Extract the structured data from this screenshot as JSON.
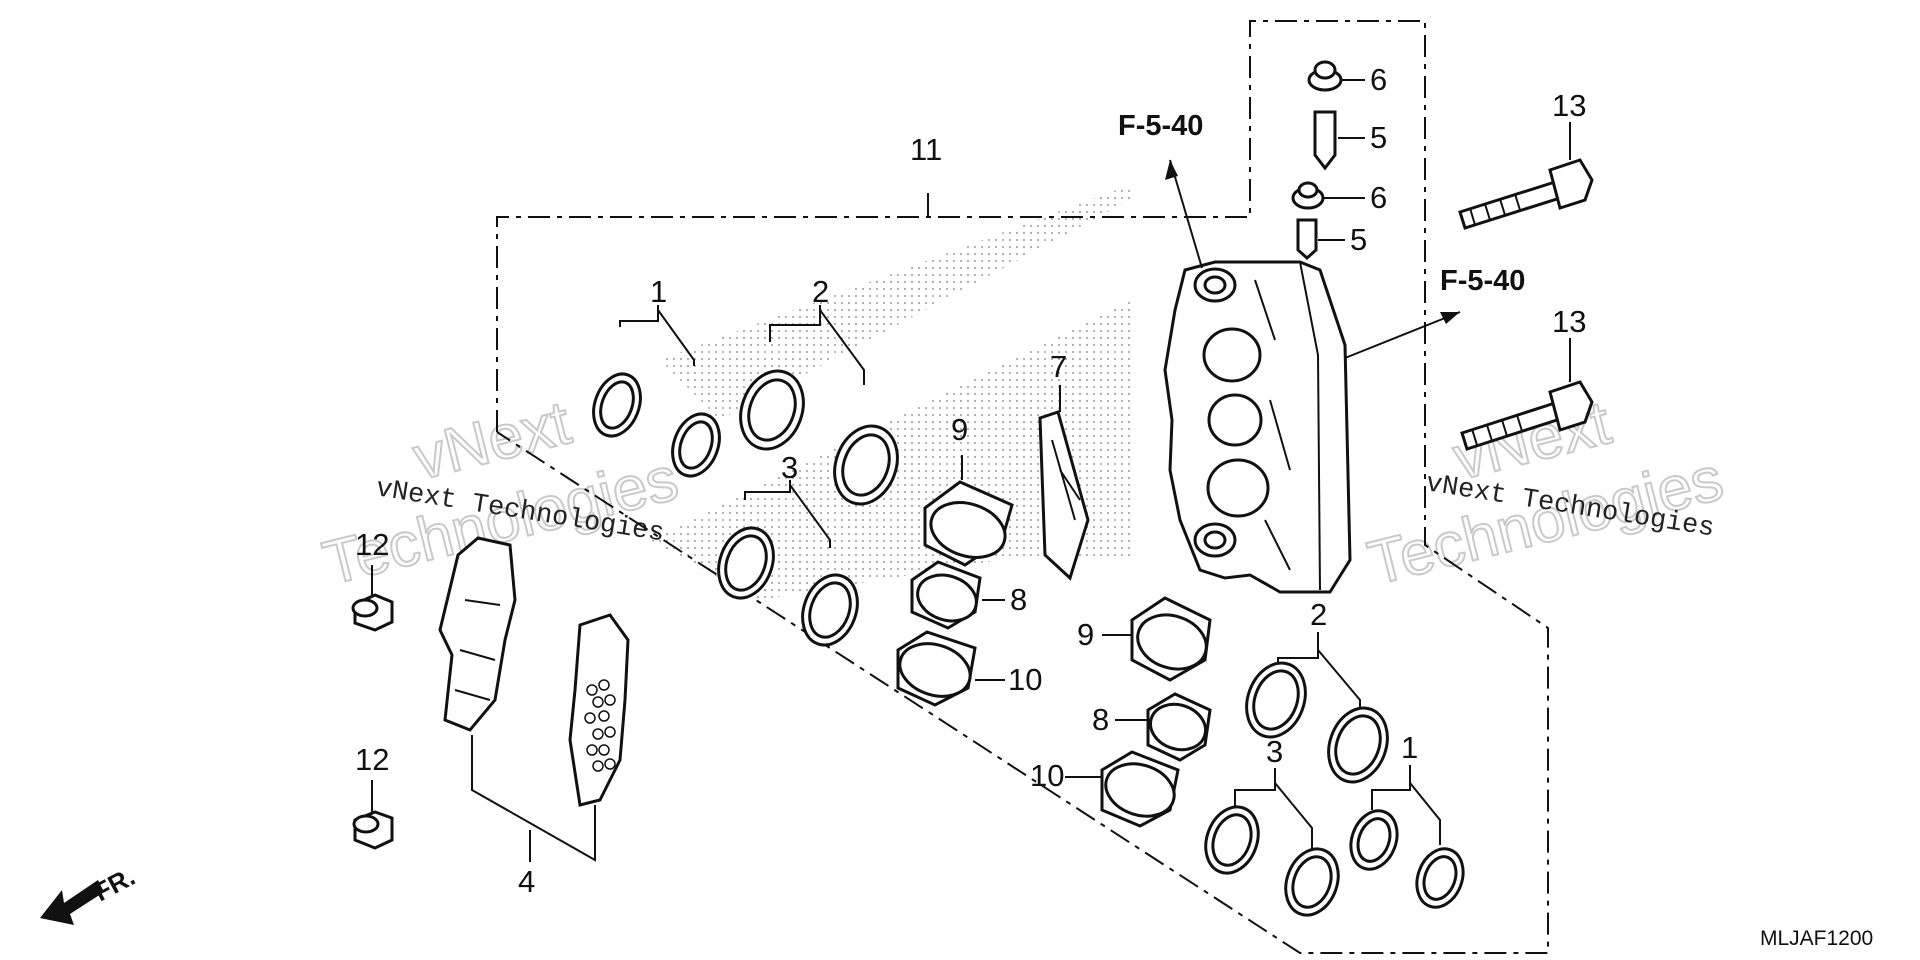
{
  "labels": {
    "l1a": "1",
    "l1b": "1",
    "l2a": "2",
    "l2b": "2",
    "l3a": "3",
    "l3b": "3",
    "l4": "4",
    "l5a": "5",
    "l5b": "5",
    "l6a": "6",
    "l6b": "6",
    "l7": "7",
    "l8a": "8",
    "l8b": "8",
    "l9a": "9",
    "l9b": "9",
    "l10a": "10",
    "l10b": "10",
    "l11": "11",
    "l12a": "12",
    "l12b": "12",
    "l13a": "13",
    "l13b": "13"
  },
  "refs": {
    "ref_top": "F-5-40",
    "ref_right": "F-5-40"
  },
  "front_label": "FR.",
  "diagram_code": "MLJAF1200",
  "watermark": {
    "big_line1": "vNext",
    "big_line2": "Technologies",
    "small": "vNext Technologies"
  }
}
